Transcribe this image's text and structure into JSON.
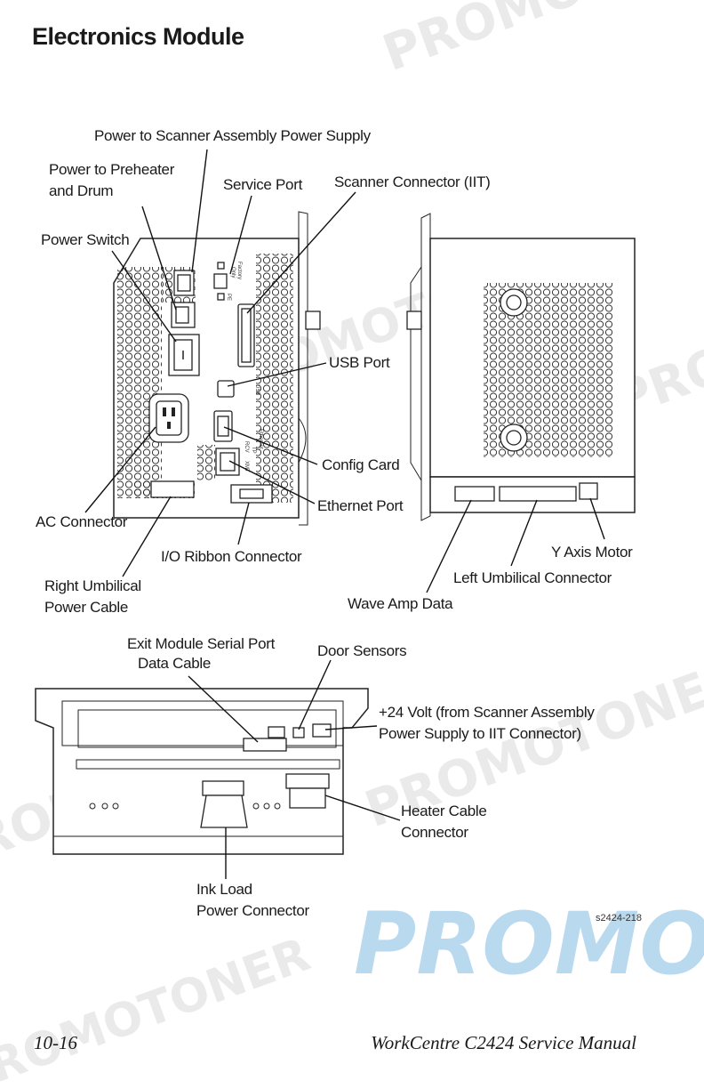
{
  "page": {
    "title": "Electronics Module",
    "page_number": "10-16",
    "manual_title": "WorkCentre C2424 Service Manual",
    "figure_id": "s2424-218"
  },
  "watermark": {
    "brand": "PROMOTONER",
    "banner": "PROMOT",
    "banner_color": "#b9d9ef"
  },
  "labels": {
    "scanner_power": "Power to Scanner Assembly Power Supply",
    "preheater_line1": "Power to Preheater",
    "preheater_line2": "and Drum",
    "service_port": "Service Port",
    "scanner_connector": "Scanner Connector (IIT)",
    "power_switch": "Power Switch",
    "usb_port": "USB Port",
    "config_card": "Config Card",
    "ethernet_port": "Ethernet Port",
    "ac_connector": "AC Connector",
    "io_ribbon": "I/O Ribbon Connector",
    "y_axis_motor": "Y Axis Motor",
    "left_umbilical": "Left Umbilical Connector",
    "right_umbilical_line1": "Right Umbilical",
    "right_umbilical_line2": "Power Cable",
    "wave_amp": "Wave Amp Data",
    "exit_module_line1": "Exit Module Serial Port",
    "exit_module_line2": "Data Cable",
    "door_sensors": "Door Sensors",
    "volt24_line1": "+24 Volt (from Scanner Assembly",
    "volt24_line2": "Power Supply to IIT Connector)",
    "heater_line1": "Heater Cable",
    "heater_line2": "Connector",
    "ink_load_line1": "Ink Load",
    "ink_load_line2": "Power Connector"
  },
  "panel_text": {
    "factory": "Factory",
    "only": "Only",
    "pe": "PE",
    "usb": "USB",
    "ethernet": "Ethernet",
    "tp": "TP",
    "rcv": "RCV",
    "xmt": "XMT"
  }
}
